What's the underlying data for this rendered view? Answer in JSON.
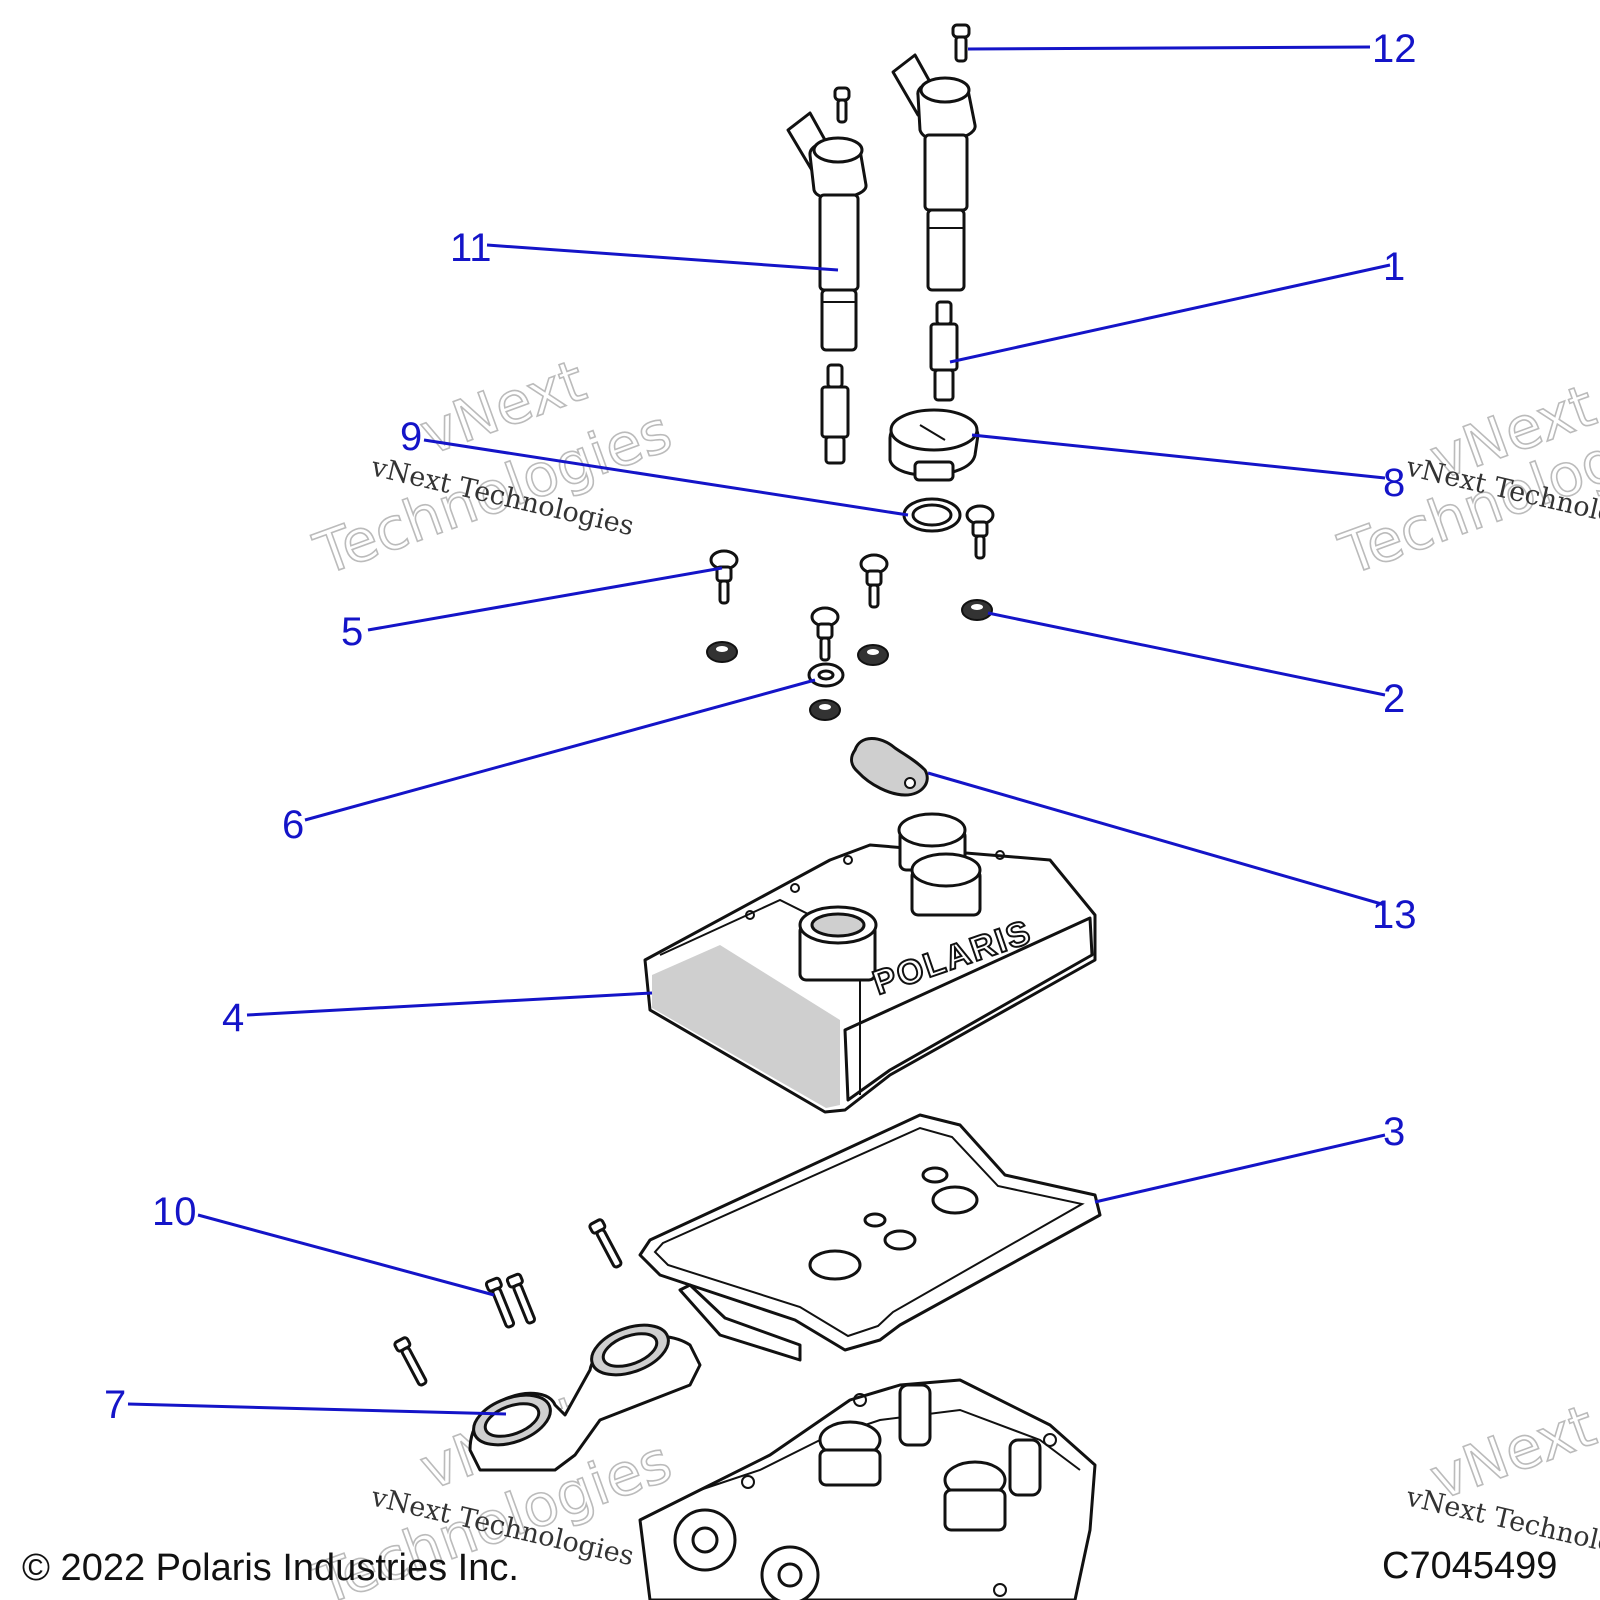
{
  "callouts": [
    {
      "id": "1",
      "label": "1"
    },
    {
      "id": "2",
      "label": "2"
    },
    {
      "id": "3",
      "label": "3"
    },
    {
      "id": "4",
      "label": "4"
    },
    {
      "id": "5",
      "label": "5"
    },
    {
      "id": "6",
      "label": "6"
    },
    {
      "id": "7",
      "label": "7"
    },
    {
      "id": "8",
      "label": "8"
    },
    {
      "id": "9",
      "label": "9"
    },
    {
      "id": "10",
      "label": "10"
    },
    {
      "id": "11",
      "label": "11"
    },
    {
      "id": "12",
      "label": "12"
    },
    {
      "id": "13",
      "label": "13"
    }
  ],
  "cover_logo_text": "POLARIS",
  "watermark": {
    "line1": "vNext",
    "line2": "Technologies",
    "caption": "vNext Technologies"
  },
  "footer": {
    "copyright": "© 2022 Polaris Industries Inc.",
    "code": "C7045499"
  },
  "colors": {
    "callout": "#1414c8",
    "line_art": "#111111",
    "shading": "#cfcfcf",
    "watermark": "#bbbbbb"
  }
}
